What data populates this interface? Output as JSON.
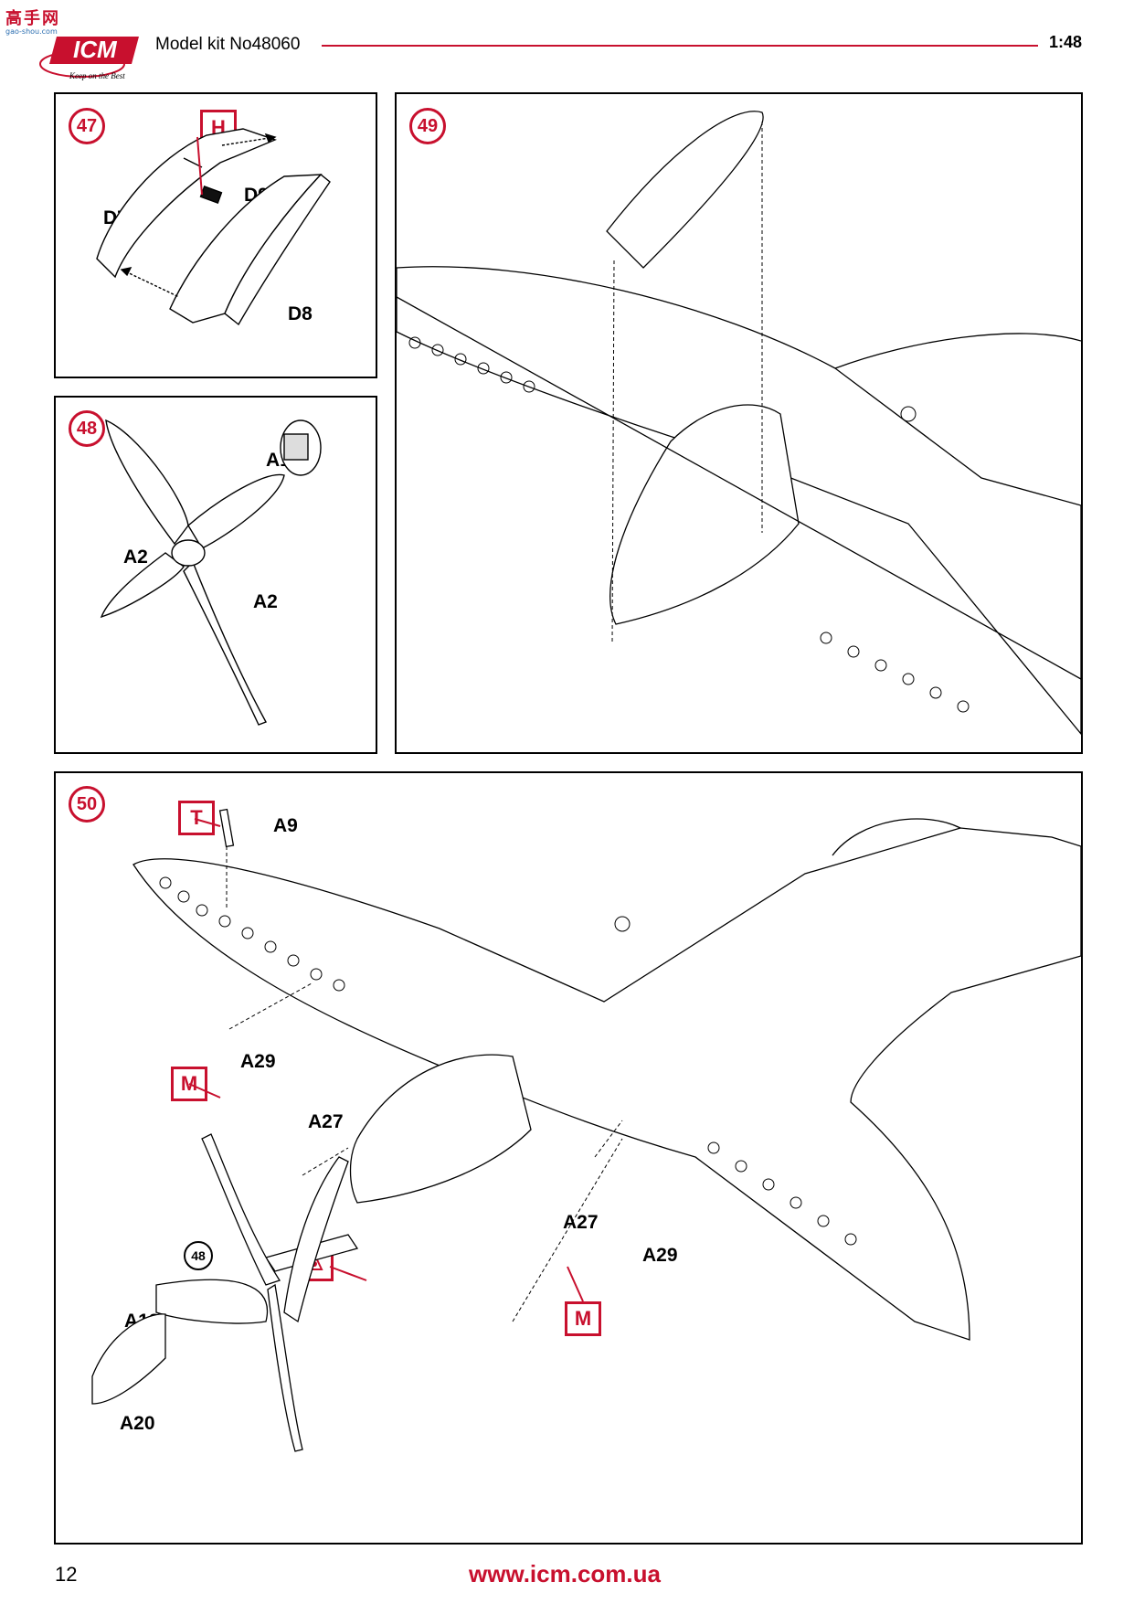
{
  "watermark": {
    "text": "高手网",
    "sub": "gao-shou.com"
  },
  "brand": {
    "logo_text": "ICM",
    "slogan": "Keep on the Best",
    "color": "#c8102e"
  },
  "header": {
    "title": "Model kit No48060",
    "scale": "1:48"
  },
  "steps": {
    "s47": {
      "number": "47",
      "parts": {
        "h": "H",
        "d9": "D9",
        "d7": "D7",
        "d8": "D8"
      }
    },
    "s48": {
      "number": "48",
      "parts": {
        "a19": "A19",
        "a2_left": "A2",
        "a2_right": "A2"
      }
    },
    "s49": {
      "number": "49"
    },
    "s50": {
      "number": "50",
      "parts": {
        "t": "T",
        "a9": "A9",
        "a29_top": "A29",
        "m_top": "M",
        "a27_top": "A27",
        "ref48": "48",
        "a18": "A18",
        "a20": "A20",
        "a27_bottom": "A27",
        "a29_bottom": "A29",
        "m_bottom": "M"
      }
    }
  },
  "footer": {
    "page_number": "12",
    "website": "www.icm.com.ua"
  }
}
